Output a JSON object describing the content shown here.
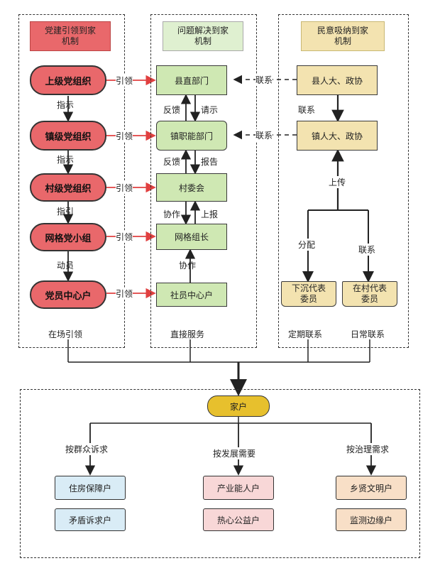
{
  "panels": {
    "party": {
      "header": "党建引领到家\n机制"
    },
    "problem": {
      "header": "问题解决到家\n机制"
    },
    "opinion": {
      "header": "民意吸纳到家\n机制"
    }
  },
  "party_nodes": [
    "上级党组织",
    "镇级党组织",
    "村级党组织",
    "网格党小组",
    "党员中心户"
  ],
  "party_links": [
    "指示",
    "指示",
    "指引",
    "动员"
  ],
  "guide_label": "引领",
  "problem_nodes": [
    "县直部门",
    "镇职能部门",
    "村委会",
    "网格组长",
    "社员中心户"
  ],
  "problem_links": {
    "feedback1": "反馈",
    "request": "请示",
    "feedback2": "反馈",
    "report": "报告",
    "cooperate1": "协作",
    "upreport": "上报",
    "cooperate2": "协作"
  },
  "opinion_nodes": {
    "county": "县人大、政协",
    "town": "镇人大、政协",
    "sent": "下沉代表\n委员",
    "village": "在村代表\n委员"
  },
  "opinion_links": {
    "contact_v": "联系",
    "contact1": "联系",
    "contact2": "联系",
    "upload": "上传",
    "assign": "分配",
    "contact3": "联系"
  },
  "bottom_labels": {
    "party": "在场引领",
    "problem": "直接服务",
    "regular": "定期联系",
    "daily": "日常联系"
  },
  "household": {
    "root": "家户",
    "branches": [
      "按群众诉求",
      "按发展需要",
      "按治理需求"
    ],
    "groups": [
      [
        "住房保障户",
        "矛盾诉求户"
      ],
      [
        "产业能人户",
        "热心公益户"
      ],
      [
        "乡贤文明户",
        "监测边缘户"
      ]
    ]
  }
}
